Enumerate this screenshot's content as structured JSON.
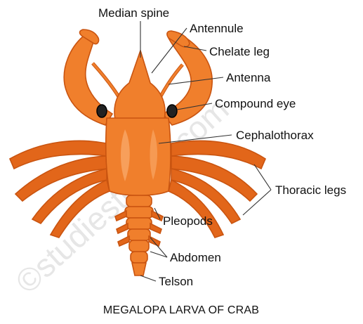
{
  "diagram": {
    "caption": "MEGALOPA LARVA OF CRAB",
    "watermark": "©studiestoday.com",
    "labels": {
      "median_spine": "Median spine",
      "antennule": "Antennule",
      "chelate_leg": "Chelate leg",
      "antenna": "Antenna",
      "compound_eye": "Compound eye",
      "cephalothorax": "Cephalothorax",
      "thoracic_legs": "Thoracic legs",
      "pleopods": "Pleopods",
      "abdomen": "Abdomen",
      "telson": "Telson"
    },
    "colors": {
      "body": "#f07f2c",
      "dark": "#e2661a",
      "highlight": "#f8a564",
      "outline": "#c95410",
      "leader": "#333333",
      "text": "#111111"
    }
  }
}
